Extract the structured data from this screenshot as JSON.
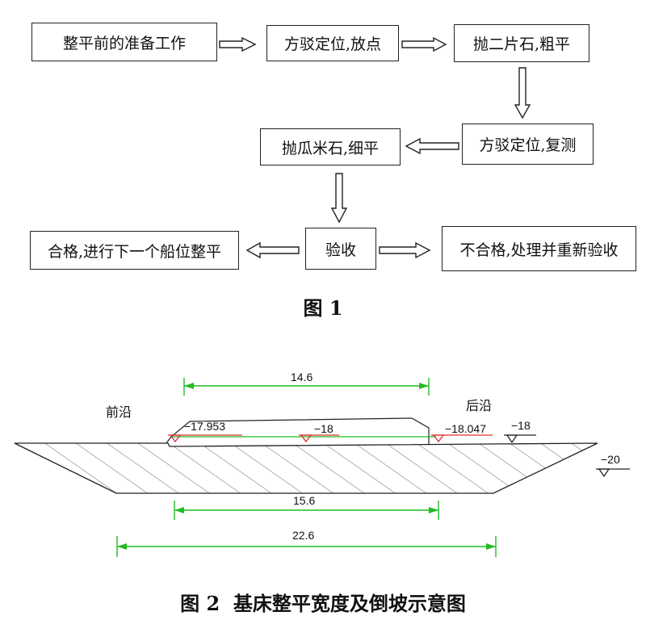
{
  "figure1": {
    "caption": "图 1",
    "steps": {
      "prepare": "整平前的准备工作",
      "locate1": "方驳定位,放点",
      "throw_coarse": "抛二片石,粗平",
      "locate2": "方驳定位,复测",
      "throw_fine": "抛瓜米石,细平",
      "accept": "验收",
      "pass": "合格,进行下一个船位整平",
      "fail": "不合格,处理并重新验收"
    }
  },
  "figure2": {
    "caption": "图 2  基床整平宽度及倒坡示意图",
    "labels": {
      "front": "前沿",
      "back": "后沿"
    },
    "dimensions": {
      "top_width": "14.6",
      "mid_width": "15.6",
      "bottom_width": "22.6"
    },
    "elevations": {
      "front": "−17.953",
      "center": "−18",
      "back": "−18.047",
      "outer": "−18",
      "bottom": "−20"
    },
    "colors": {
      "dimension": "#22bb22",
      "marker": "#e03030",
      "line": "#222222"
    }
  }
}
